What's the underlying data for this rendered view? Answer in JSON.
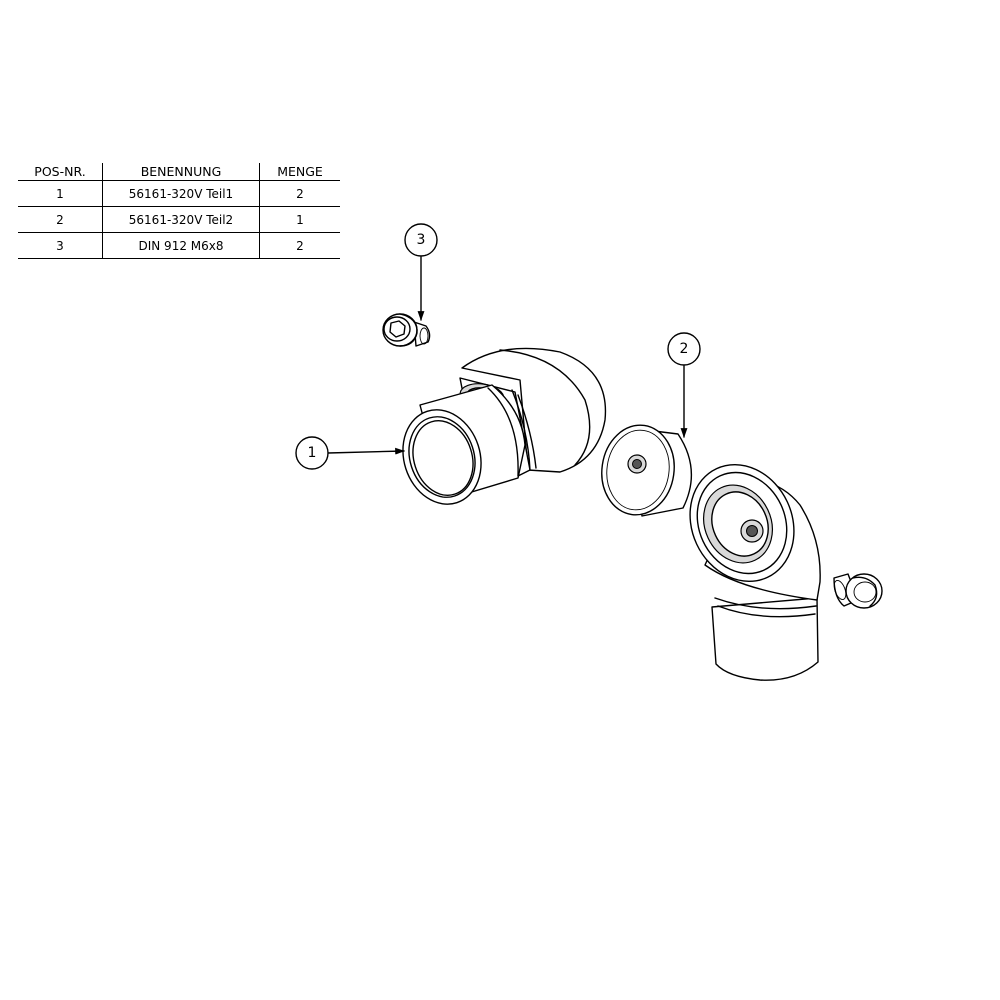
{
  "bom": {
    "headers": [
      "POS-NR.",
      "BENENNUNG",
      "MENGE"
    ],
    "rows": [
      {
        "pos": "1",
        "name": "56161-320V Teil1",
        "qty": "2"
      },
      {
        "pos": "2",
        "name": "56161-320V Teil2",
        "qty": "1"
      },
      {
        "pos": "3",
        "name": "DIN 912 M6x8",
        "qty": "2"
      }
    ]
  },
  "balloons": [
    {
      "label": "1"
    },
    {
      "label": "2"
    },
    {
      "label": "3"
    }
  ]
}
